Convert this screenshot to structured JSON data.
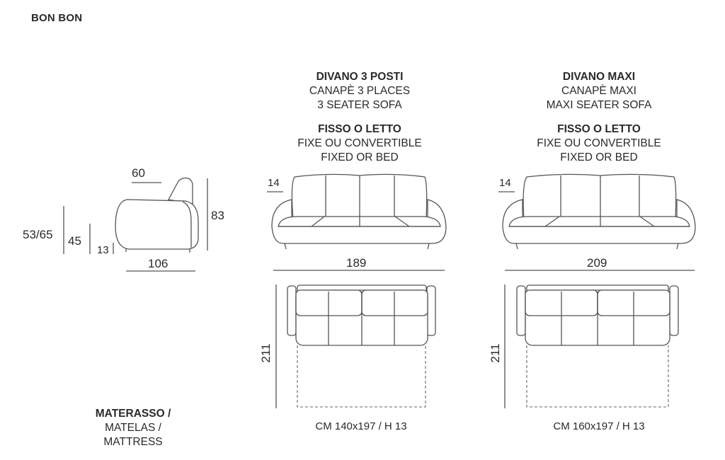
{
  "brand": "BON BON",
  "armchair": {
    "depth": "60",
    "width": "106",
    "height_total": "83",
    "seat_height": "53/65",
    "arm_height": "45",
    "leg_height": "13"
  },
  "sofa_3": {
    "title": "DIVANO 3 POSTI",
    "title_fr": "CANAPÈ 3 PLACES",
    "title_en": "3 SEATER SOFA",
    "type": "FISSO O LETTO",
    "type_fr": "FIXE OU CONVERTIBLE",
    "type_en": "FIXED OR BED",
    "back_depth": "14",
    "width": "189",
    "bed_length": "211",
    "mattress": "CM 140x197 / H 13"
  },
  "sofa_maxi": {
    "title": "DIVANO MAXI",
    "title_fr": "CANAPÈ MAXI",
    "title_en": "MAXI SEATER SOFA",
    "type": "FISSO O LETTO",
    "type_fr": "FIXE OU CONVERTIBLE",
    "type_en": "FIXED OR BED",
    "back_depth": "14",
    "width": "209",
    "bed_length": "211",
    "mattress": "CM 160x197 / H 13"
  },
  "mattress_label": {
    "it": "MATERASSO /",
    "fr": "MATELAS /",
    "en": "MATTRESS"
  }
}
